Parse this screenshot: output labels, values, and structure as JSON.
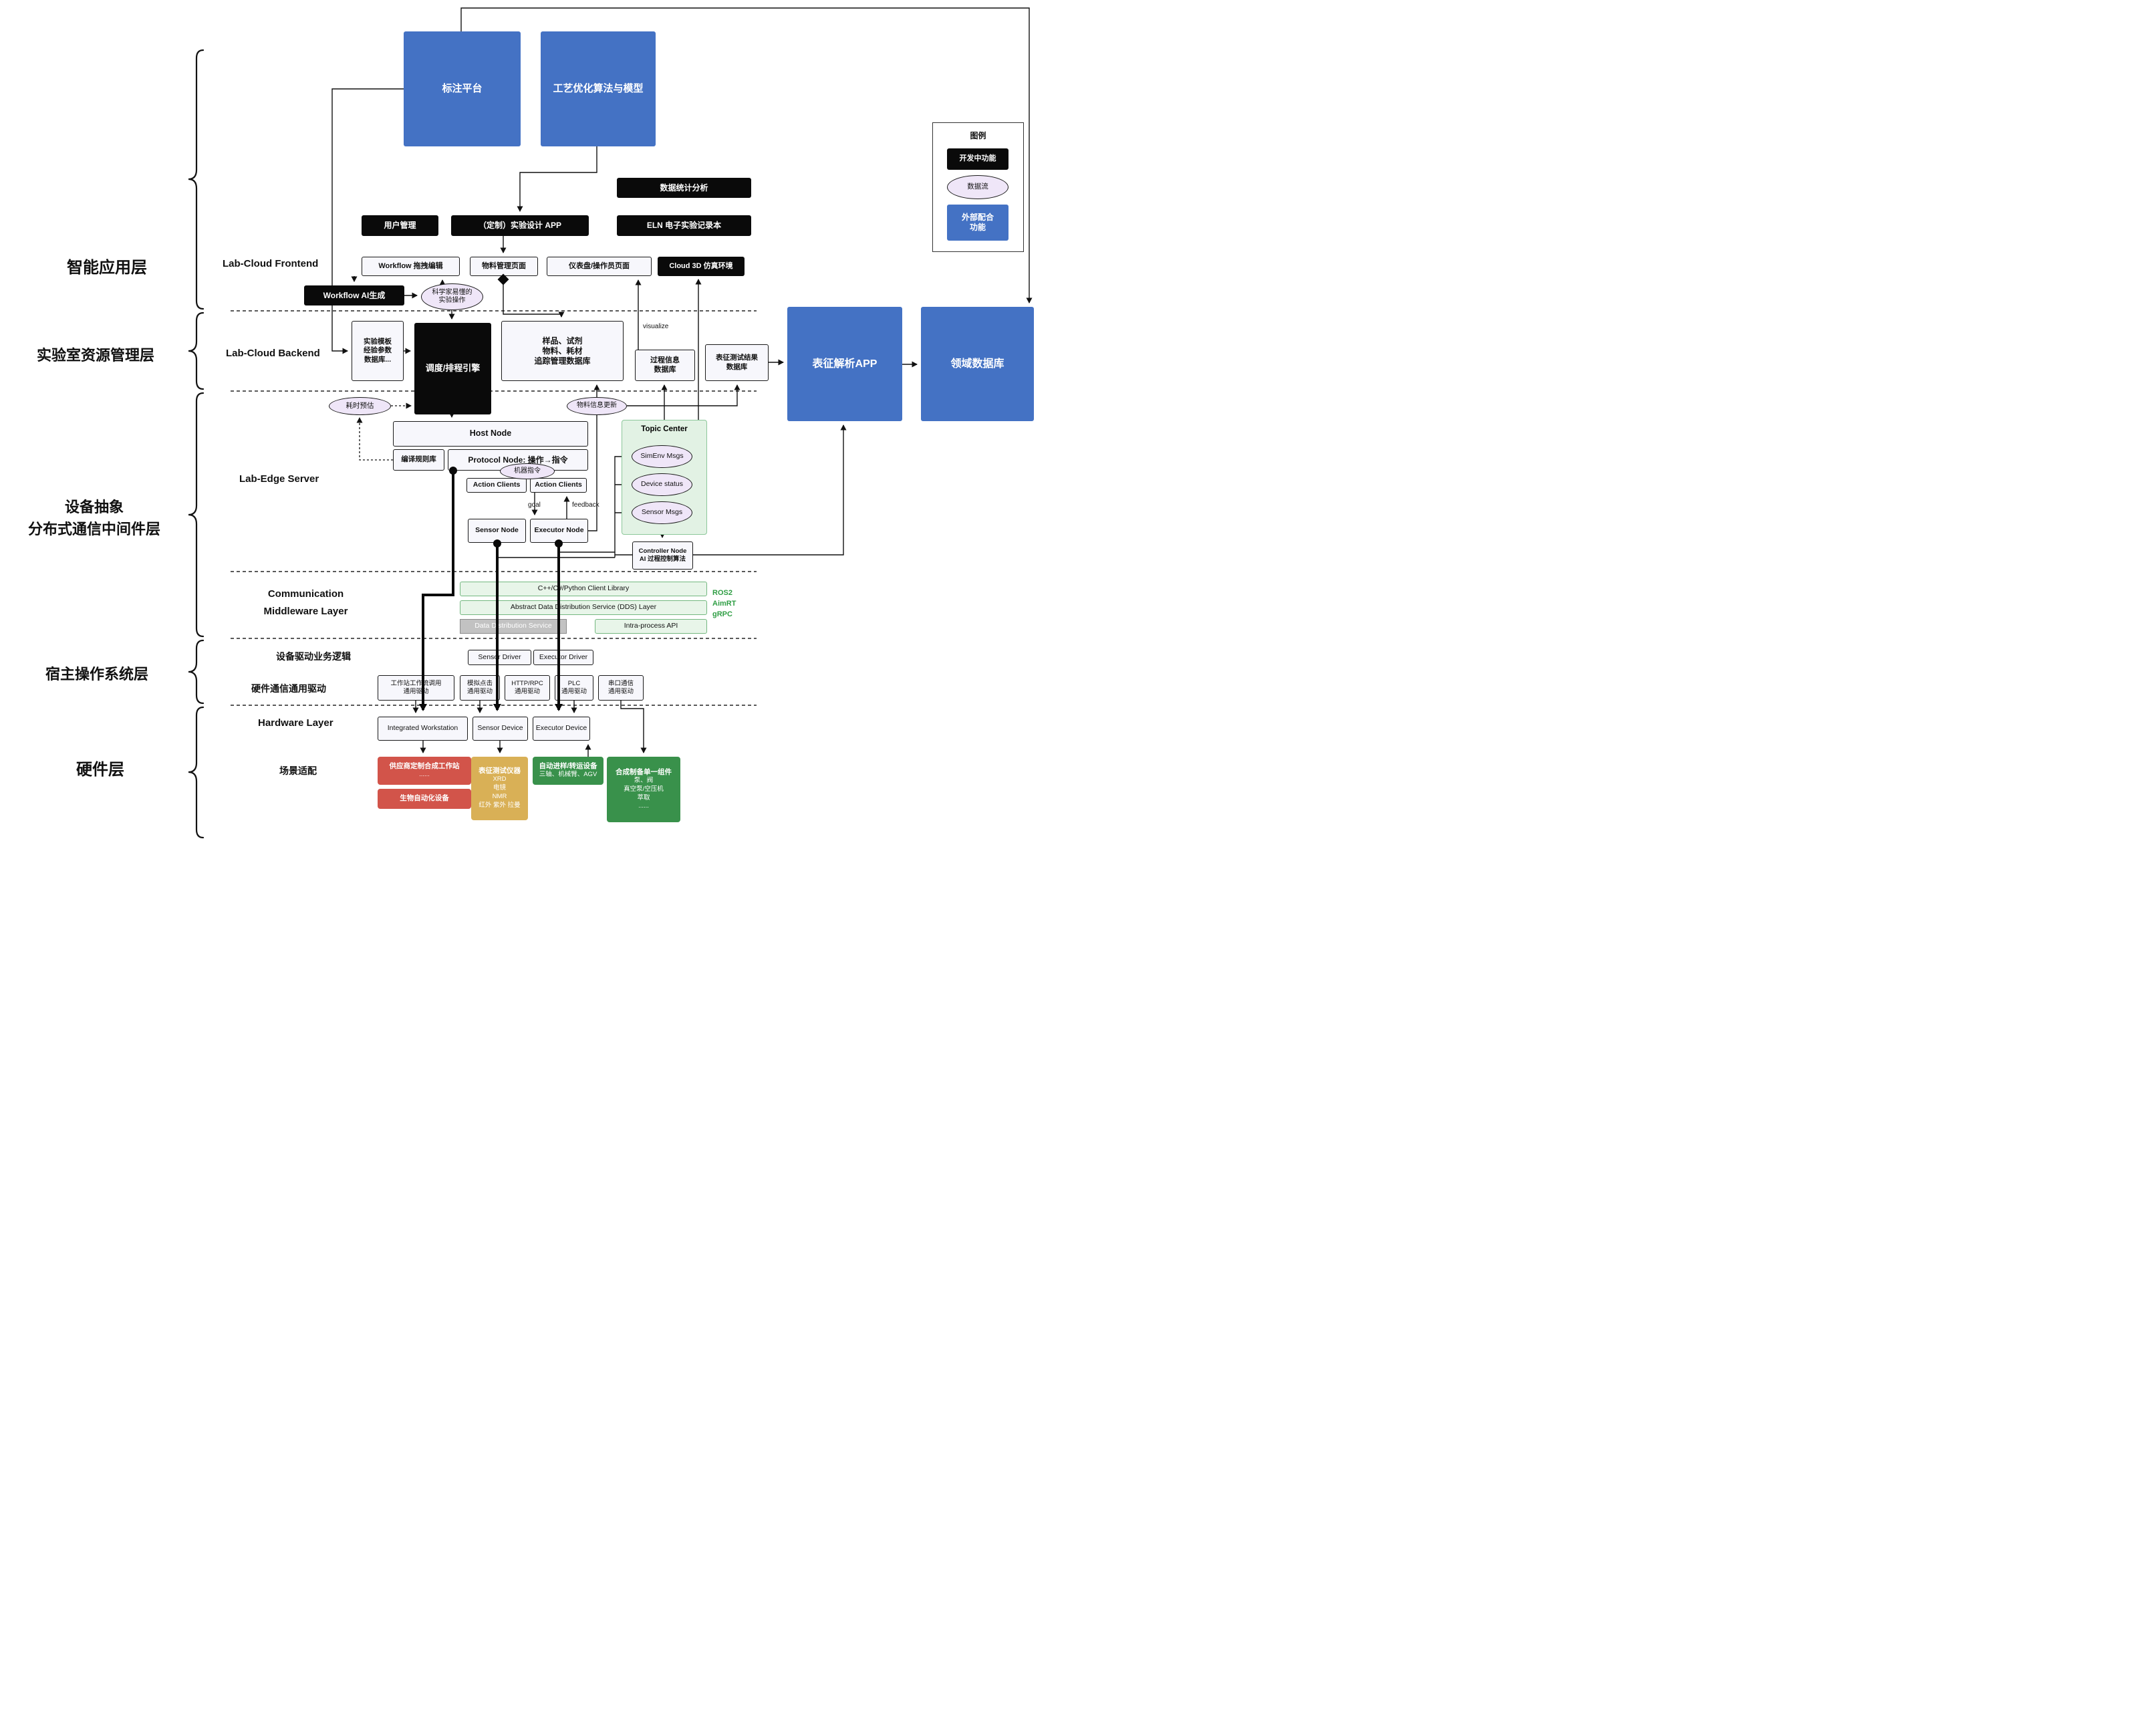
{
  "layer_labels": {
    "app": "智能应用层",
    "resource": "实验室资源管理层",
    "device_abstraction": "设备抽象\n分布式通信中间件层",
    "host_os": "宿主操作系统层",
    "hardware": "硬件层"
  },
  "section_labels": {
    "frontend": "Lab-Cloud Frontend",
    "backend": "Lab-Cloud Backend",
    "edge_server": "Lab-Edge Server",
    "comm_middleware": "Communication\nMiddleware Layer",
    "device_driver_logic": "设备驱动业务逻辑",
    "generic_hw_driver": "硬件通信通用驱动",
    "hardware_layer": "Hardware Layer",
    "scenario": "场景适配"
  },
  "legend": {
    "title": "图例",
    "in_dev": "开发中功能",
    "data_flow": "数据流",
    "external": "外部配合\n功能"
  },
  "nodes": {
    "annotation_platform": "标注平台",
    "process_optimization": "工艺优化算法与模型",
    "data_stats": "数据统计分析",
    "user_mgmt": "用户管理",
    "custom_design_app": "（定制）实验设计 APP",
    "eln": "ELN 电子实验记录本",
    "workflow_editor": "Workflow 拖拽编辑",
    "material_page": "物料管理页面",
    "dashboard_page": "仪表盘/操作员页面",
    "cloud_3d": "Cloud 3D 仿真环境",
    "workflow_ai": "Workflow AI生成",
    "sci_friendly_ops": "科学家易懂的\n实验操作",
    "template_db": "实验模板\n经验参数\n数据库...",
    "scheduler": "调度/排程引擎",
    "sample_db": "样品、试剂\n物料、耗材\n追踪管理数据库",
    "visualize": "visualize",
    "process_info_db": "过程信息\n数据库",
    "char_result_db": "表征测试结果\n数据库",
    "char_analysis_app": "表征解析APP",
    "domain_db": "领域数据库",
    "time_estimate": "耗时预估",
    "material_update": "物料信息更新",
    "host_node": "Host Node",
    "compile_rules": "编译规则库",
    "protocol_node": "Protocol Node: 操作→指令",
    "machine_cmd": "机器指令",
    "action_clients_left": "Action Clients",
    "action_clients_right": "Action Clients",
    "goal": "goal",
    "feedback": "feedback",
    "sensor_node": "Sensor Node",
    "executor_node": "Executor Node",
    "topic_center": "Topic Center",
    "simenv_msgs": "SimEnv Msgs",
    "device_status": "Device status",
    "sensor_msgs": "Sensor Msgs",
    "controller_node": "Controller Node\nAI 过程控制算法",
    "client_library": "C++/C#/Python Client Library",
    "dds_abstract": "Abstract Data Distribution Service (DDS) Layer",
    "dds_service": "Data Distribution Service",
    "intra_process": "Intra-process API",
    "middleware_stack": "ROS2\nAimRT\ngRPC",
    "sensor_driver": "Sensor Driver",
    "executor_driver": "Executor Driver",
    "drv_workstation": "工作站工作流调用\n通用驱动",
    "drv_click": "模拟点击\n通用驱动",
    "drv_http": "HTTP/RPC\n通用驱动",
    "drv_plc": "PLC\n通用驱动",
    "drv_serial": "串口通信\n通用驱动",
    "integrated_workstation": "Integrated Workstation",
    "sensor_device": "Sensor Device",
    "executor_device": "Executor Device",
    "vendor_workstation_title": "供应商定制合成工作站",
    "vendor_workstation_body": "......",
    "bio_automation": "生物自动化设备",
    "char_instruments_title": "表征测试仪器",
    "char_instruments_body": "XRD\n电镜\nNMR\n红外 紫外 拉曼",
    "transfer_devices_title": "自动进样/转运设备",
    "transfer_devices_body": "三轴、机械臂、AGV",
    "synthesis_components_title": "合成制备单一组件",
    "synthesis_components_body": "泵、阀\n真空泵/空压机\n萃取\n......"
  },
  "colors": {
    "external_blue": "#4472C4",
    "in_dev_black": "#0A0A0A",
    "data_flow_purple": "#EFE6F8",
    "topic_green": "#E2F2E4",
    "middleware_green": "#E8F5E9",
    "gray": "#C2C2C2",
    "scenario_red": "#D2544A",
    "scenario_tan": "#D9B056",
    "scenario_green": "#39914B",
    "ros_green": "#2F9E44"
  }
}
